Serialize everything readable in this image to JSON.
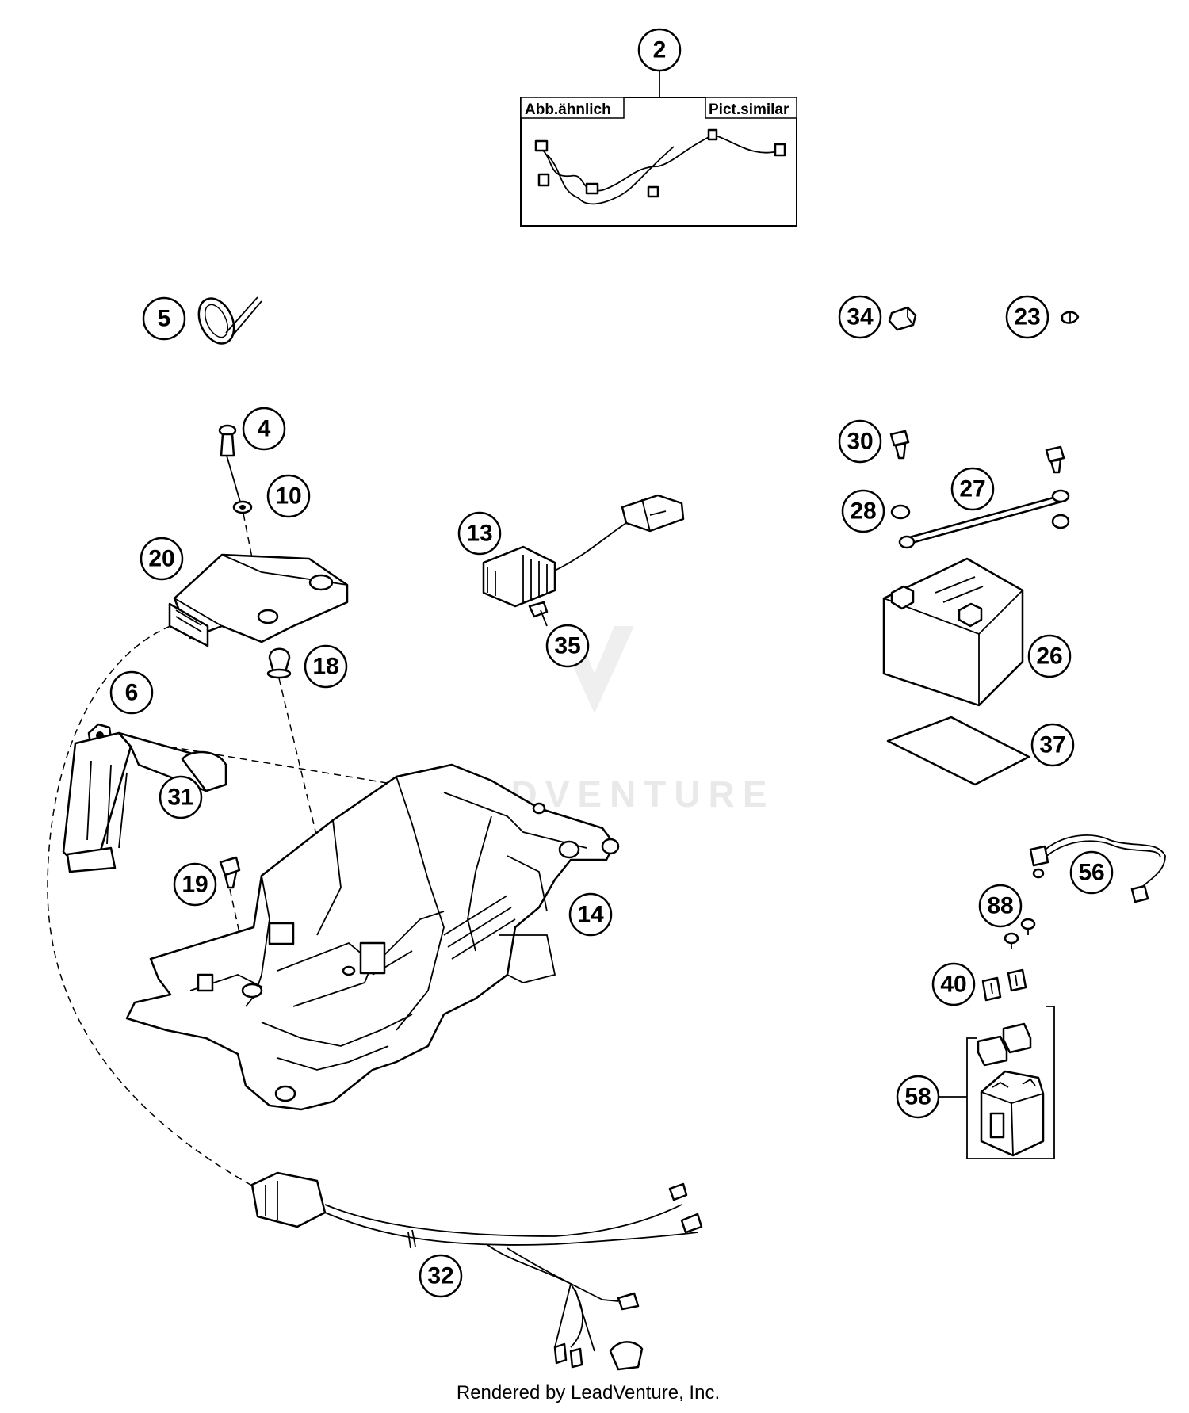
{
  "diagram": {
    "inset": {
      "left_label": "Abb.ähnlich",
      "right_label": "Pict.similar"
    },
    "callouts": [
      {
        "id": "c2",
        "label": "2"
      },
      {
        "id": "c5",
        "label": "5"
      },
      {
        "id": "c34",
        "label": "34"
      },
      {
        "id": "c23",
        "label": "23"
      },
      {
        "id": "c4",
        "label": "4"
      },
      {
        "id": "c10",
        "label": "10"
      },
      {
        "id": "c20",
        "label": "20"
      },
      {
        "id": "c13",
        "label": "13"
      },
      {
        "id": "c35",
        "label": "35"
      },
      {
        "id": "c18",
        "label": "18"
      },
      {
        "id": "c6",
        "label": "6"
      },
      {
        "id": "c31",
        "label": "31"
      },
      {
        "id": "c19",
        "label": "19"
      },
      {
        "id": "c14",
        "label": "14"
      },
      {
        "id": "c30",
        "label": "30"
      },
      {
        "id": "c27",
        "label": "27"
      },
      {
        "id": "c28",
        "label": "28"
      },
      {
        "id": "c26",
        "label": "26"
      },
      {
        "id": "c37",
        "label": "37"
      },
      {
        "id": "c56",
        "label": "56"
      },
      {
        "id": "c88",
        "label": "88"
      },
      {
        "id": "c40",
        "label": "40"
      },
      {
        "id": "c58",
        "label": "58"
      },
      {
        "id": "c32",
        "label": "32"
      }
    ],
    "watermark": "LEADVENTURE",
    "footer": "Rendered by LeadVenture, Inc."
  }
}
